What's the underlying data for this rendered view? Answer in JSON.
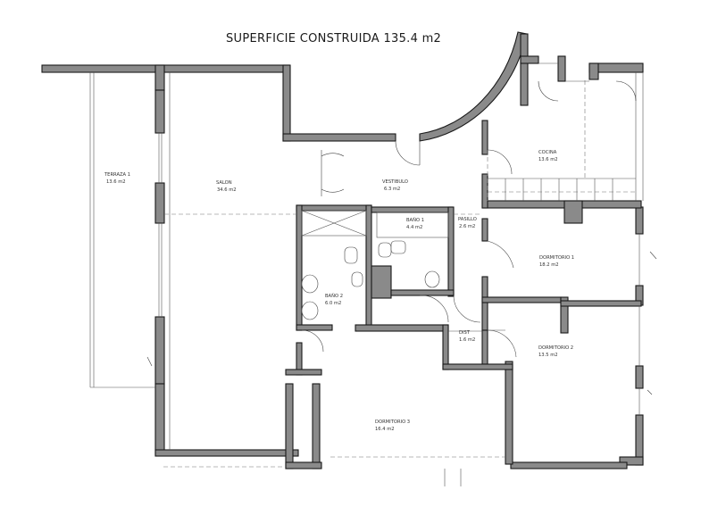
{
  "title": "SUPERFICIE CONSTRUIDA 135.4 m2",
  "rooms": {
    "terraza": {
      "name": "TERRAZA 1",
      "area": "13.6 m2"
    },
    "salon": {
      "name": "SALON",
      "area": "34.6 m2"
    },
    "vestibulo": {
      "name": "VESTIBULO",
      "area": "6.3 m2"
    },
    "cocina": {
      "name": "COCINA",
      "area": "13.6 m2"
    },
    "bano1": {
      "name": "BAÑO 1",
      "area": "4.4 m2"
    },
    "pasillo": {
      "name": "PASILLO",
      "area": "2.6 m2"
    },
    "dormitorio1": {
      "name": "DORMITORIO 1",
      "area": "18.2 m2"
    },
    "bano2": {
      "name": "BAÑO 2",
      "area": "6.0 m2"
    },
    "dist": {
      "name": "DIST",
      "area": "1.6 m2"
    },
    "dormitorio2": {
      "name": "DORMITORIO 2",
      "area": "13.5 m2"
    },
    "dormitorio3": {
      "name": "DORMITORIO 3",
      "area": "16.4 m2"
    }
  },
  "colors": {
    "wall_fill": "#8a8a8a",
    "line": "#1a1a1a",
    "background": "#ffffff"
  }
}
